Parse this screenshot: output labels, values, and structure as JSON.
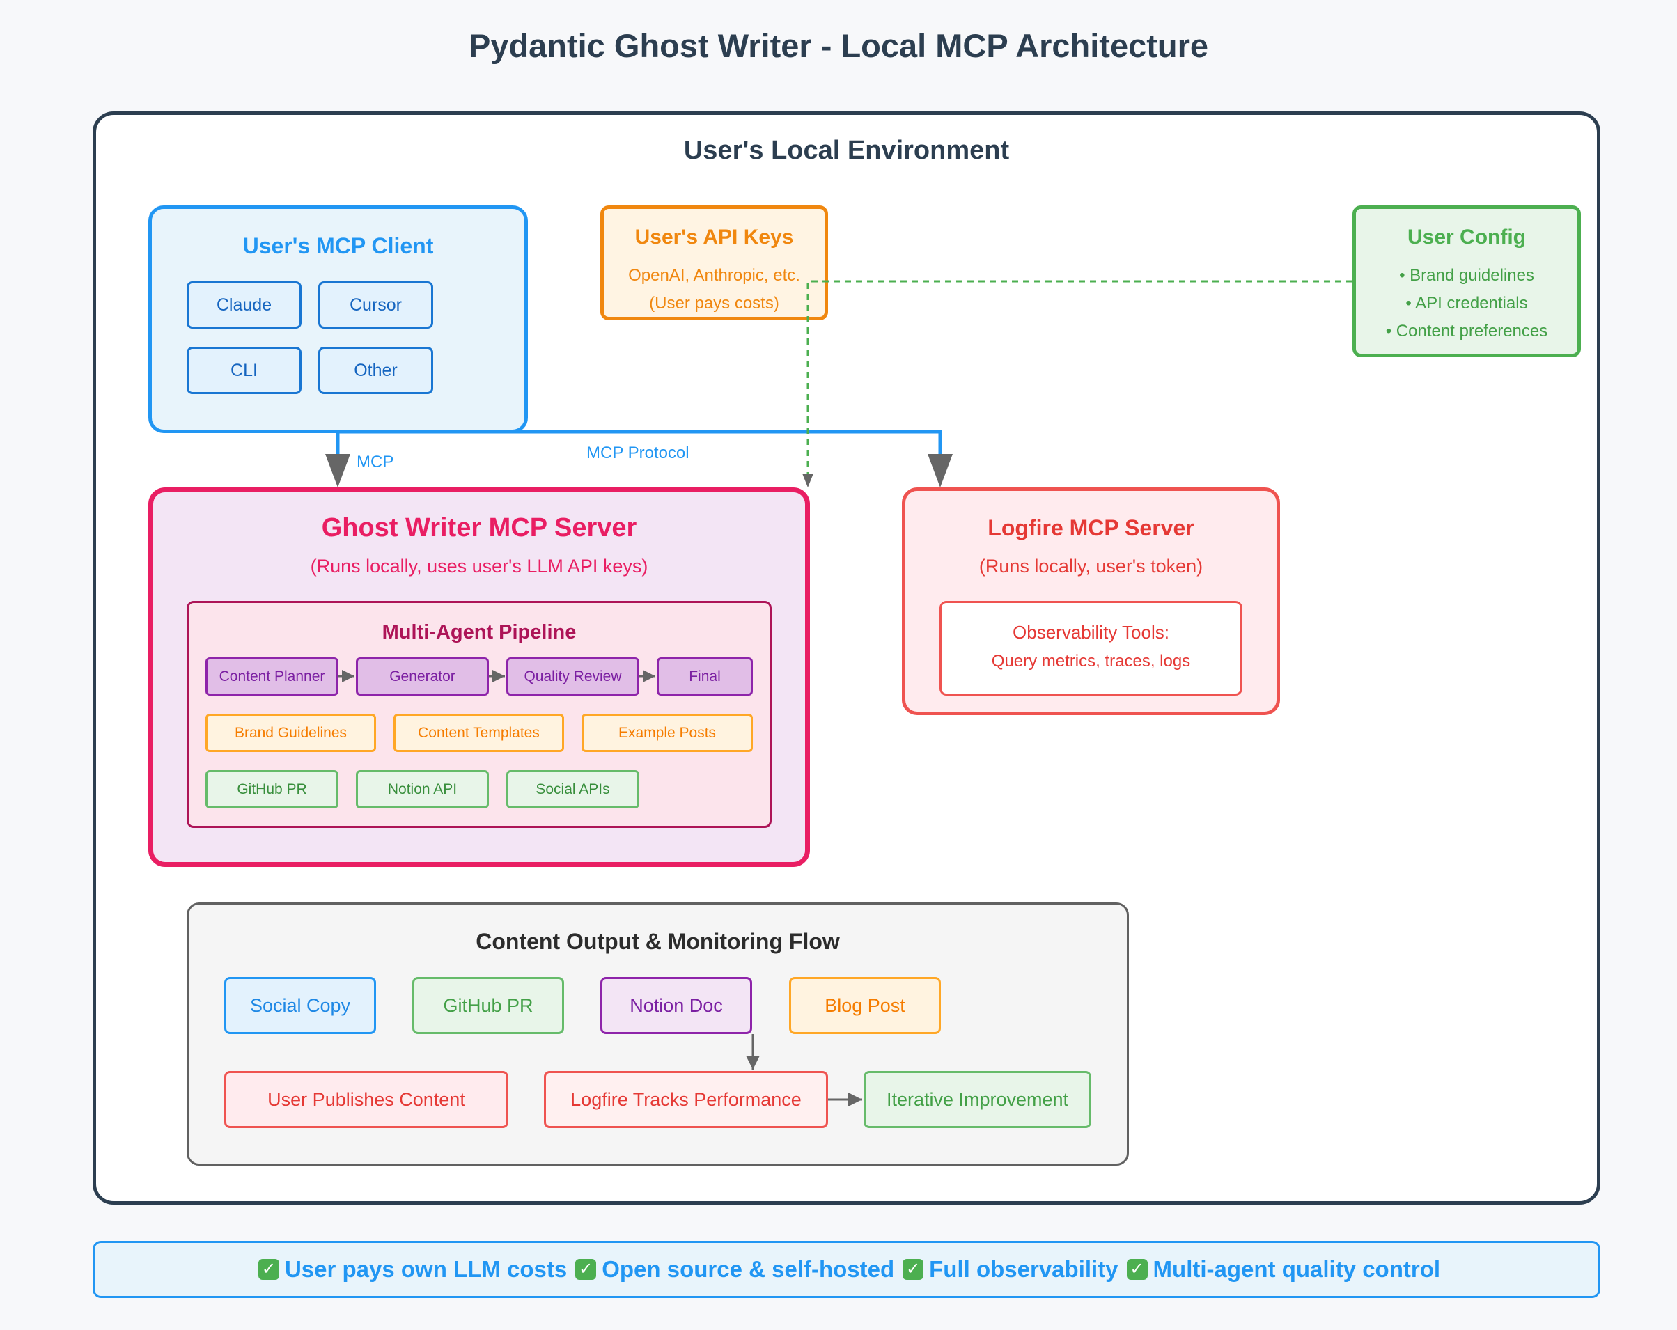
{
  "title": "Pydantic Ghost Writer - Local MCP Architecture",
  "environment": {
    "title": "User's Local Environment"
  },
  "mcp_client": {
    "title": "User's MCP Client",
    "clients": [
      "Claude",
      "Cursor",
      "CLI",
      "Other"
    ]
  },
  "api_keys": {
    "title": "User's API Keys",
    "line1": "OpenAI, Anthropic, etc.",
    "line2": "(User pays costs)"
  },
  "user_config": {
    "title": "User Config",
    "items": [
      "• Brand guidelines",
      "• API credentials",
      "• Content preferences"
    ]
  },
  "edges": {
    "mcp_label": "MCP",
    "mcp_protocol_label": "MCP Protocol"
  },
  "ghost_writer": {
    "title": "Ghost Writer MCP Server",
    "subtitle": "(Runs locally, uses user's LLM API keys)",
    "pipeline": {
      "title": "Multi-Agent Pipeline",
      "agents": [
        "Content Planner",
        "Generator",
        "Quality Review",
        "Final"
      ],
      "resources": [
        "Brand Guidelines",
        "Content Templates",
        "Example Posts"
      ],
      "integrations": [
        "GitHub PR",
        "Notion API",
        "Social APIs"
      ]
    }
  },
  "logfire": {
    "title": "Logfire MCP Server",
    "subtitle": "(Runs locally, user's token)",
    "tools_title": "Observability Tools:",
    "tools_desc": "Query metrics, traces, logs"
  },
  "output_flow": {
    "title": "Content Output & Monitoring Flow",
    "outputs": [
      "Social Copy",
      "GitHub PR",
      "Notion Doc",
      "Blog Post"
    ],
    "steps": [
      "User Publishes Content",
      "Logfire Tracks Performance",
      "Iterative Improvement"
    ]
  },
  "footer": {
    "items": [
      "User pays own LLM costs",
      "Open source & self-hosted",
      "Full observability",
      "Multi-agent quality control"
    ]
  },
  "colors": {
    "client": "#2196f3",
    "api_keys": "#f0870f",
    "config": "#4caf50",
    "ghost_writer": "#e91e63",
    "logfire": "#ef5350",
    "arrow": "#666666"
  }
}
